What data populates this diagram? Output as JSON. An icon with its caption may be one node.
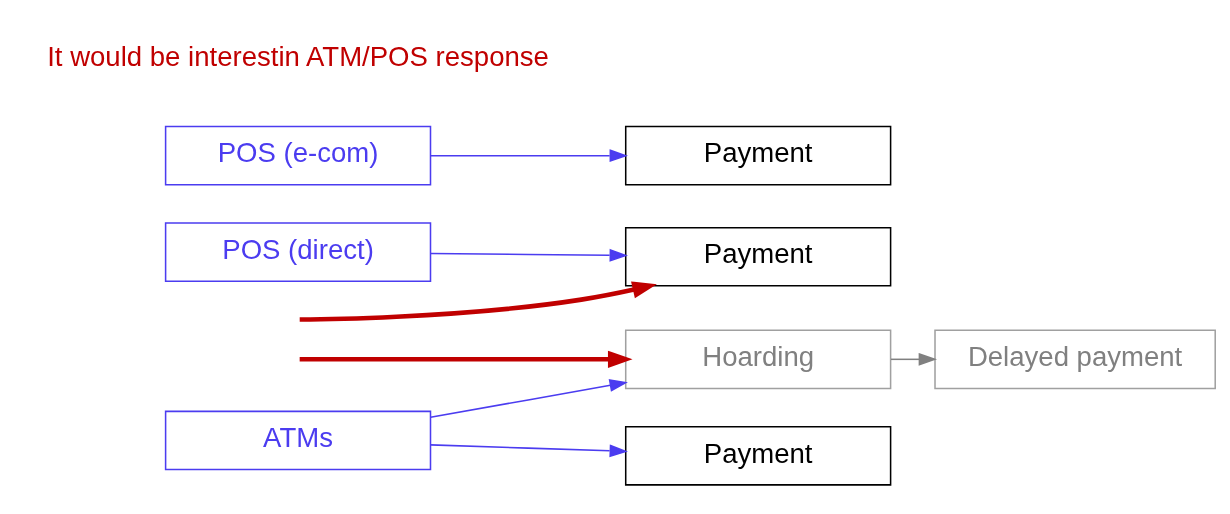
{
  "diagram": {
    "nodes": [
      {
        "text": [
          "ATMs"
        ]
      },
      {
        "text": [
          "Hoarding"
        ]
      },
      {
        "text": [
          "Delayed payment"
        ]
      },
      {
        "text": [
          "Payment"
        ]
      },
      {
        "text": [
          "POS (direct)"
        ]
      },
      {
        "text": [
          "Payment"
        ]
      },
      {
        "text": [
          "POS (e-com)"
        ]
      },
      {
        "text": [
          "Payment"
        ]
      }
    ],
    "edges": [
      {
        "from": 0,
        "to": 1,
        "arrow": "to"
      },
      {
        "from": 0,
        "to": 3,
        "arrow": "to"
      },
      {
        "from": 1,
        "to": 2,
        "arrow": "to",
        "color": "#808080"
      },
      {
        "from": 4,
        "to": 5,
        "arrow": "to"
      },
      {
        "from": 6,
        "to": 7,
        "arrow": "to"
      },
      {
        "from": null,
        "to": 5,
        "arrow": "to",
        "style": "thick",
        "color": "#c00000"
      },
      {
        "from": null,
        "to": 1,
        "arrow": "to",
        "style": "thick",
        "color": "#c00000"
      }
    ],
    "labels": [
      "It would be interestin ATM/POS response"
    ]
  }
}
